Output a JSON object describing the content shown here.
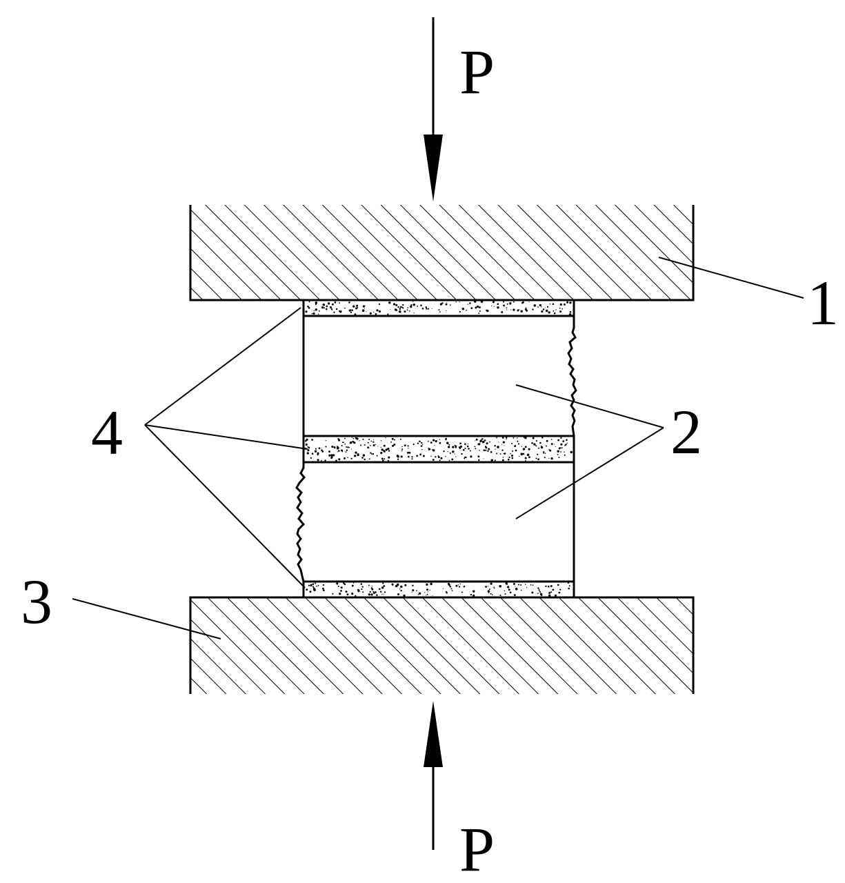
{
  "labels": {
    "force_top": "P",
    "force_bottom": "P",
    "part_1": "1",
    "part_2": "2",
    "part_3": "3",
    "part_4": "4"
  },
  "colors": {
    "line": "#000000",
    "background": "#ffffff",
    "speckle": "#000000"
  }
}
